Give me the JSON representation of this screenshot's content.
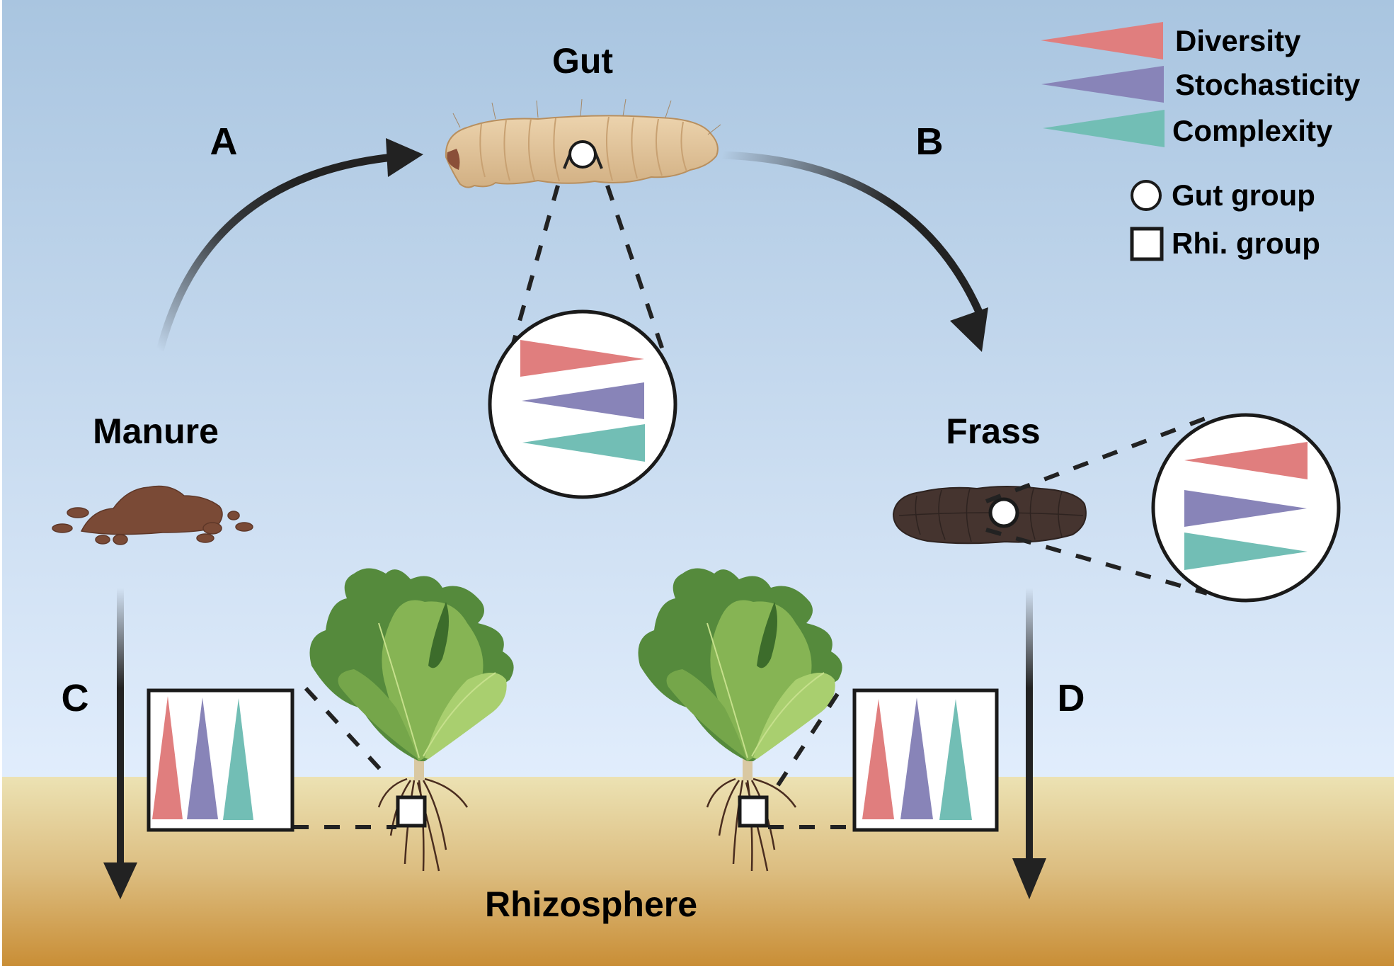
{
  "figure": {
    "nodes": {
      "gut": "Gut",
      "manure": "Manure",
      "frass": "Frass",
      "rhizosphere": "Rhizosphere"
    },
    "pathways": [
      {
        "id": "A",
        "label": "A",
        "from": "Manure",
        "to": "Gut"
      },
      {
        "id": "B",
        "label": "B",
        "from": "Gut",
        "to": "Frass"
      },
      {
        "id": "C",
        "label": "C",
        "from": "Manure",
        "to": "Rhizosphere"
      },
      {
        "id": "D",
        "label": "D",
        "from": "Frass",
        "to": "Rhizosphere"
      }
    ],
    "legend": {
      "metrics": [
        {
          "label": "Diversity",
          "color": "#e07e7e"
        },
        {
          "label": "Stochasticity",
          "color": "#8884b8"
        },
        {
          "label": "Complexity",
          "color": "#72beb5"
        }
      ],
      "groups": [
        {
          "label": "Gut group",
          "marker": "circle"
        },
        {
          "label": "Rhi. group",
          "marker": "square"
        }
      ]
    },
    "insets": {
      "gut_group": {
        "diversity": "decrease",
        "stochasticity": "increase",
        "complexity": "increase"
      },
      "frass_group": {
        "diversity": "increase",
        "stochasticity": "decrease",
        "complexity": "decrease"
      },
      "rhizosphere_manure": {
        "diversity": "increase",
        "stochasticity": "increase",
        "complexity": "increase"
      },
      "rhizosphere_frass": {
        "diversity": "increase",
        "stochasticity": "increase",
        "complexity": "increase"
      }
    },
    "colors": {
      "sky_top": "#a9c5e0",
      "sky_bottom": "#e1edfc",
      "soil_top": "#ece2b3",
      "soil_bottom": "#c98e36",
      "arrow": "#222222",
      "manure": "#7a4a36",
      "frass": "#45342f",
      "grub": "#dcbf95"
    }
  }
}
